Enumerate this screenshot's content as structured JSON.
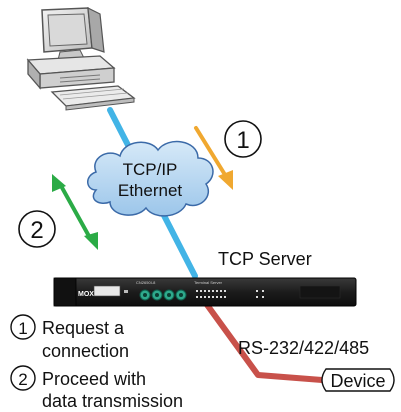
{
  "cloud": {
    "line1": "TCP/IP",
    "line2": "Ethernet"
  },
  "step_markers": {
    "one": "1",
    "two": "2"
  },
  "server": {
    "label": "TCP Server",
    "device_brand": "MOXA",
    "model_text": "CN2650I-8",
    "panel_text": "Terminal Server"
  },
  "serial_link": {
    "label": "RS-232/422/485"
  },
  "device": {
    "label": "Device"
  },
  "legend": {
    "items": [
      {
        "number": "1",
        "line1": "Request a",
        "line2": "connection"
      },
      {
        "number": "2",
        "line1": "Proceed with",
        "line2": "data transmission"
      }
    ]
  },
  "colors": {
    "ethernet_line": "#42b4e6",
    "serial_line": "#c8514a",
    "step1_arrow": "#f0a830",
    "step2_arrow": "#2bab46",
    "cloud_fill": "#b6d7f0",
    "cloud_stroke": "#3b6aa8",
    "server_body": "#1e1e1e",
    "port_green": "#2fa98c"
  }
}
